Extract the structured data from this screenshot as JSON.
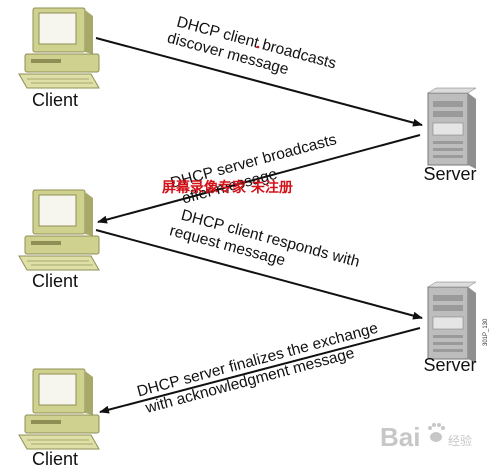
{
  "nodes": {
    "client_1": "Client",
    "client_2": "Client",
    "client_3": "Client",
    "server_1": "Server",
    "server_2": "Server"
  },
  "messages": [
    {
      "line1": "DHCP client broadcasts",
      "line2": "discover message"
    },
    {
      "line1": "DHCP server broadcasts",
      "line2": "offer message"
    },
    {
      "line1": "DHCP client responds with",
      "line2": "request message"
    },
    {
      "line1": "DHCP server finalizes the exchange",
      "line2": "with acknowledgment message"
    }
  ],
  "overlays": {
    "red_watermark": "屏幕录像专家 未注册",
    "side_code": "301P_130",
    "logo": "Bai",
    "logo_suffix": "经验"
  },
  "colors": {
    "line": "#111111",
    "pc_body": "#cfd18f",
    "pc_dark": "#8f8f55",
    "screen": "#f6f6ee",
    "server_body": "#bdbdbd",
    "server_dark": "#777777",
    "watermark_red": "#d4121a"
  }
}
